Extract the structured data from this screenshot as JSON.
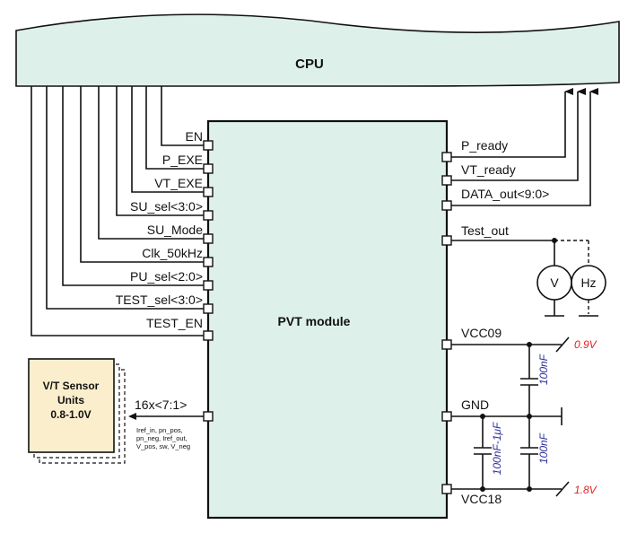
{
  "cpu": {
    "label": "CPU"
  },
  "module": {
    "label": "PVT module"
  },
  "left_pins": [
    "EN",
    "P_EXE",
    "VT_EXE",
    "SU_sel<3:0>",
    "SU_Mode",
    "Clk_50kHz",
    "PU_sel<2:0>",
    "TEST_sel<3:0>",
    "TEST_EN"
  ],
  "bus_pin": "16x<7:1>",
  "bus_signals": [
    "Iref_in, pn_pos,",
    "pn_neg, Iref_out,",
    "V_pos, sw, V_neg"
  ],
  "sensor": {
    "line1": "V/T Sensor",
    "line2": "Units",
    "line3": "0.8-1.0V"
  },
  "right_outputs": [
    "P_ready",
    "VT_ready",
    "DATA_out<9:0>"
  ],
  "test_out": "Test_out",
  "meters": {
    "voltmeter": "V",
    "frequency": "Hz"
  },
  "power_pins": {
    "vcc09": "VCC09",
    "gnd": "GND",
    "vcc18": "VCC18"
  },
  "voltages": {
    "v09": "0.9V",
    "v18": "1.8V"
  },
  "caps": {
    "c_top": "100nF",
    "c_left": "100nF-1μF",
    "c_right": "100nF"
  }
}
